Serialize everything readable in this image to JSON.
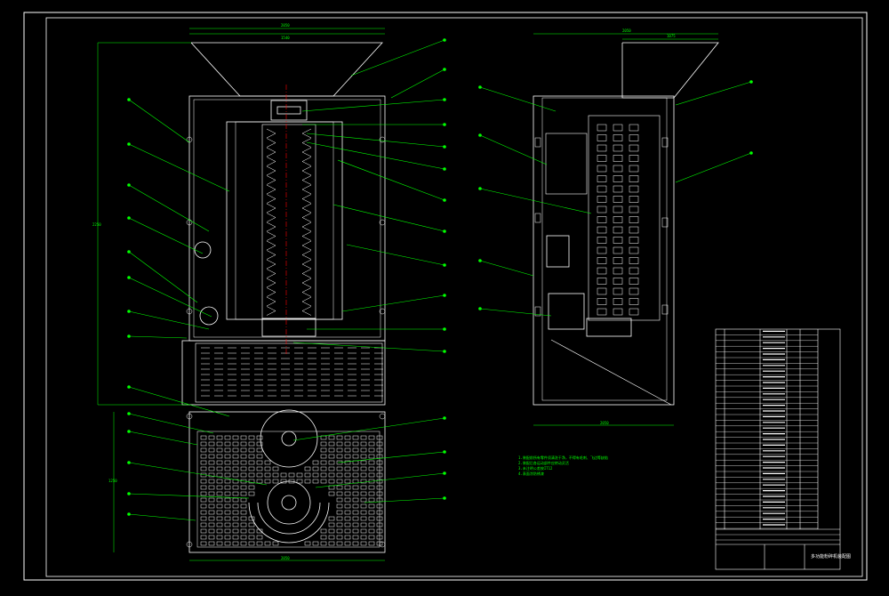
{
  "drawing": {
    "background": "#000000",
    "line_color": "#ffffff",
    "leader_color": "#00ff00",
    "dim_color": "#00ff00",
    "accent_color": "#ff0000",
    "front_view": {
      "top_dimension": "2050",
      "top_dimension_inner": "1540",
      "height_dimension": "2250",
      "lower_height_dimension": "1250",
      "bottom_dimension": "2050"
    },
    "side_view": {
      "top_dimension": "2050",
      "top_dimension_inner": "1075",
      "bottom_dimension": "2050"
    },
    "tech_requirements": [
      "1.装配前所有零件须清洗干净，不得有毛刺、飞边等缺陷",
      "2.装配后各运动部件应转动灵活",
      "3.未注明公差按IT12",
      "4.表面涂防锈漆"
    ],
    "title_block": {
      "drawing_title": "多功能粉碎机装配图"
    }
  }
}
